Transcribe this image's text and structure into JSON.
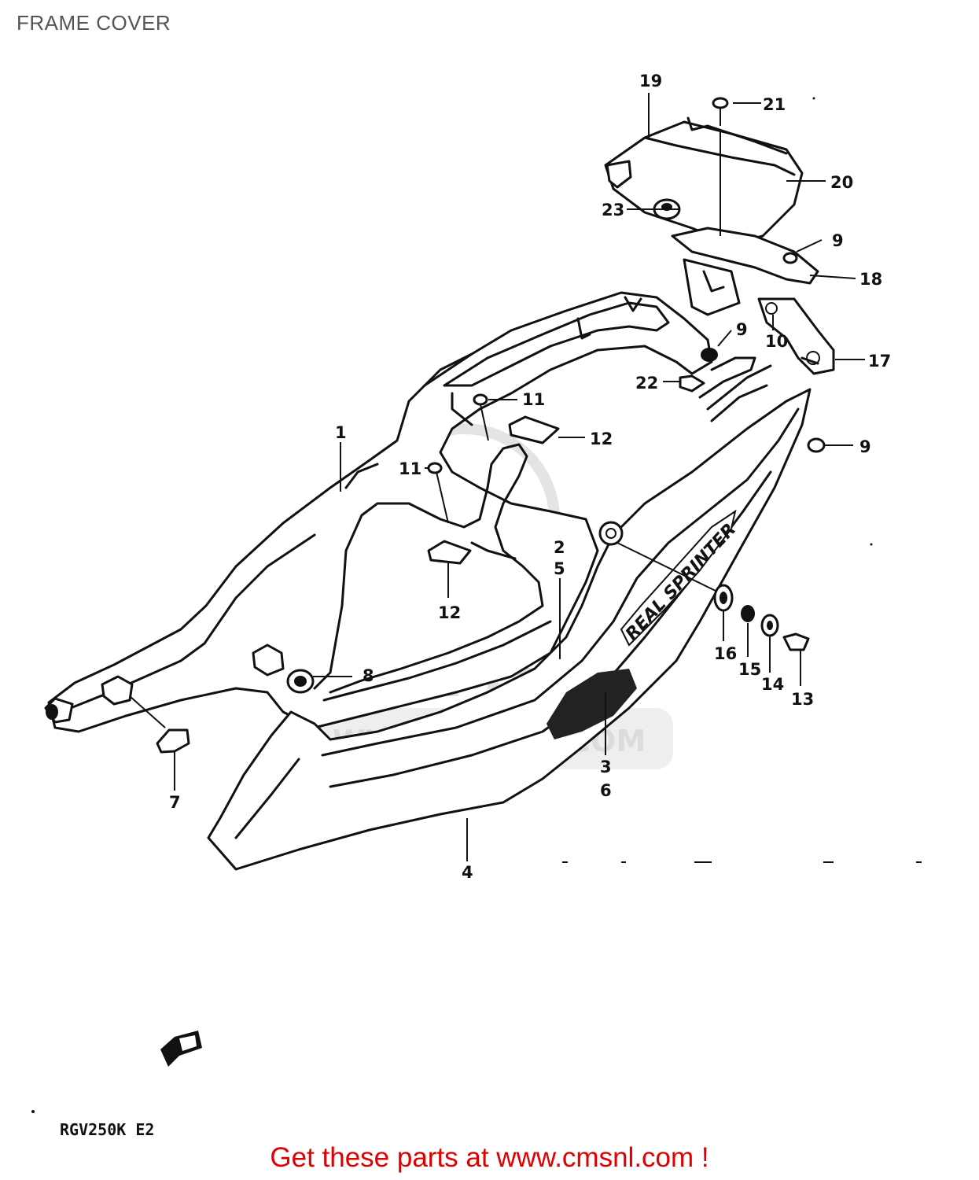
{
  "title": "FRAME COVER",
  "watermark_text": "WWW.CMSNL.COM",
  "watermark_logo": "CMSNL",
  "model_code": "RGV250K E2",
  "footer_text": "Get these parts at www.cmsnl.com !",
  "colors": {
    "footer": "#e00000",
    "title": "#555555",
    "line": "#111111"
  },
  "callouts": [
    {
      "id": "c19",
      "label": "19"
    },
    {
      "id": "c21",
      "label": "21"
    },
    {
      "id": "c20",
      "label": "20"
    },
    {
      "id": "c23",
      "label": "23"
    },
    {
      "id": "c9a",
      "label": "9"
    },
    {
      "id": "c18",
      "label": "18"
    },
    {
      "id": "c9b",
      "label": "9"
    },
    {
      "id": "c10",
      "label": "10"
    },
    {
      "id": "c17",
      "label": "17"
    },
    {
      "id": "c22",
      "label": "22"
    },
    {
      "id": "c11a",
      "label": "11"
    },
    {
      "id": "c12a",
      "label": "12"
    },
    {
      "id": "c9c",
      "label": "9"
    },
    {
      "id": "c1",
      "label": "1"
    },
    {
      "id": "c11b",
      "label": "11"
    },
    {
      "id": "c2",
      "label": "2"
    },
    {
      "id": "c5",
      "label": "5"
    },
    {
      "id": "c12b",
      "label": "12"
    },
    {
      "id": "c16",
      "label": "16"
    },
    {
      "id": "c15",
      "label": "15"
    },
    {
      "id": "c14",
      "label": "14"
    },
    {
      "id": "c13",
      "label": "13"
    },
    {
      "id": "c8",
      "label": "8"
    },
    {
      "id": "c3",
      "label": "3"
    },
    {
      "id": "c6",
      "label": "6"
    },
    {
      "id": "c7",
      "label": "7"
    },
    {
      "id": "c4",
      "label": "4"
    }
  ],
  "decal_text": "REAL SPRINTER"
}
